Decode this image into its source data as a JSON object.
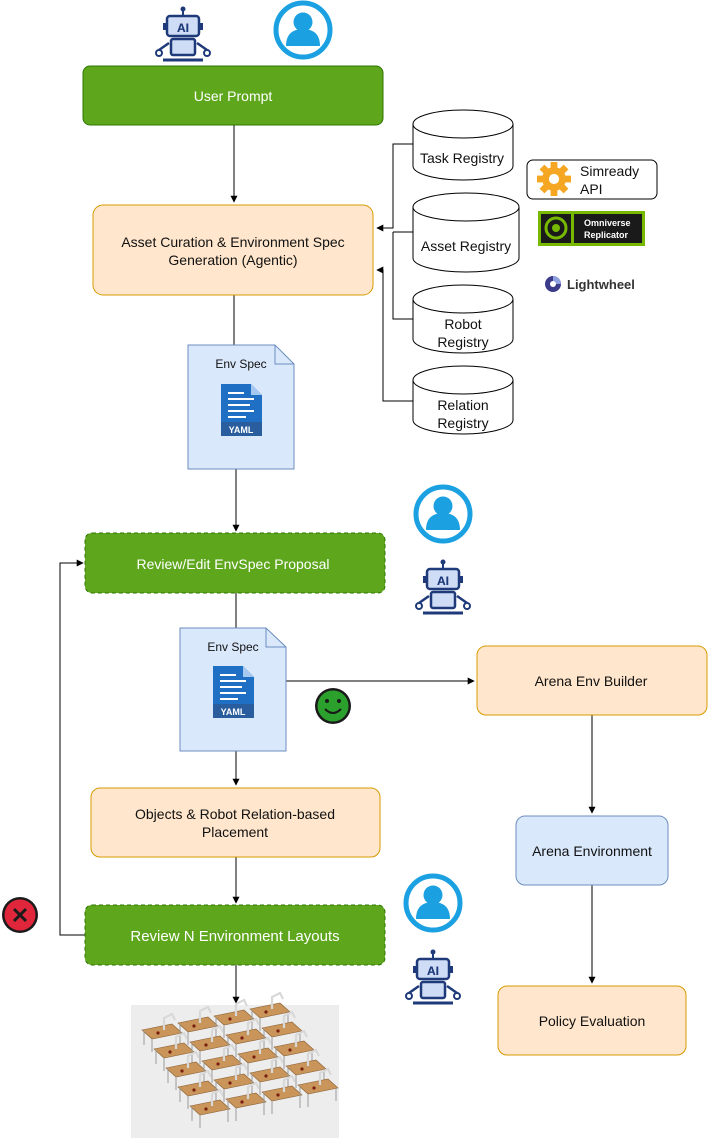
{
  "nodes": {
    "user_prompt": "User Prompt",
    "asset_curation": [
      "Asset Curation & Environment Spec",
      "Generation (Agentic)"
    ],
    "review_envspec": "Review/Edit EnvSpec Proposal",
    "placement": [
      "Objects & Robot Relation-based",
      "Placement"
    ],
    "review_layouts": "Review N Environment Layouts",
    "arena_env_builder": "Arena Env Builder",
    "arena_environment": "Arena Environment",
    "policy_evaluation": "Policy Evaluation"
  },
  "registries": {
    "task": [
      "Task Registry"
    ],
    "asset": [
      "Asset Registry"
    ],
    "robot": [
      "Robot",
      "Registry"
    ],
    "relation": [
      "Relation",
      "Registry"
    ]
  },
  "documents": {
    "title": "Env Spec",
    "yaml": "YAML"
  },
  "providers": {
    "simready": [
      "Simready",
      "API"
    ],
    "omniverse": [
      "Omniverse",
      "Replicator"
    ],
    "lightwheel": "Lightwheel"
  },
  "icons": {
    "ai_badge": "AI",
    "robot": "robot-ai-icon",
    "user": "user-avatar-icon",
    "approve": "smiley-face-icon",
    "reject": "reject-x-icon"
  },
  "colors": {
    "green_fill": "#5ea71d",
    "green_stroke": "#2d7600",
    "orange_fill": "#ffe6cc",
    "orange_stroke": "#d79b00",
    "blue_fill": "#dae8fc",
    "blue_stroke": "#6c8ebf",
    "user_icon": "#1ba1e2"
  }
}
